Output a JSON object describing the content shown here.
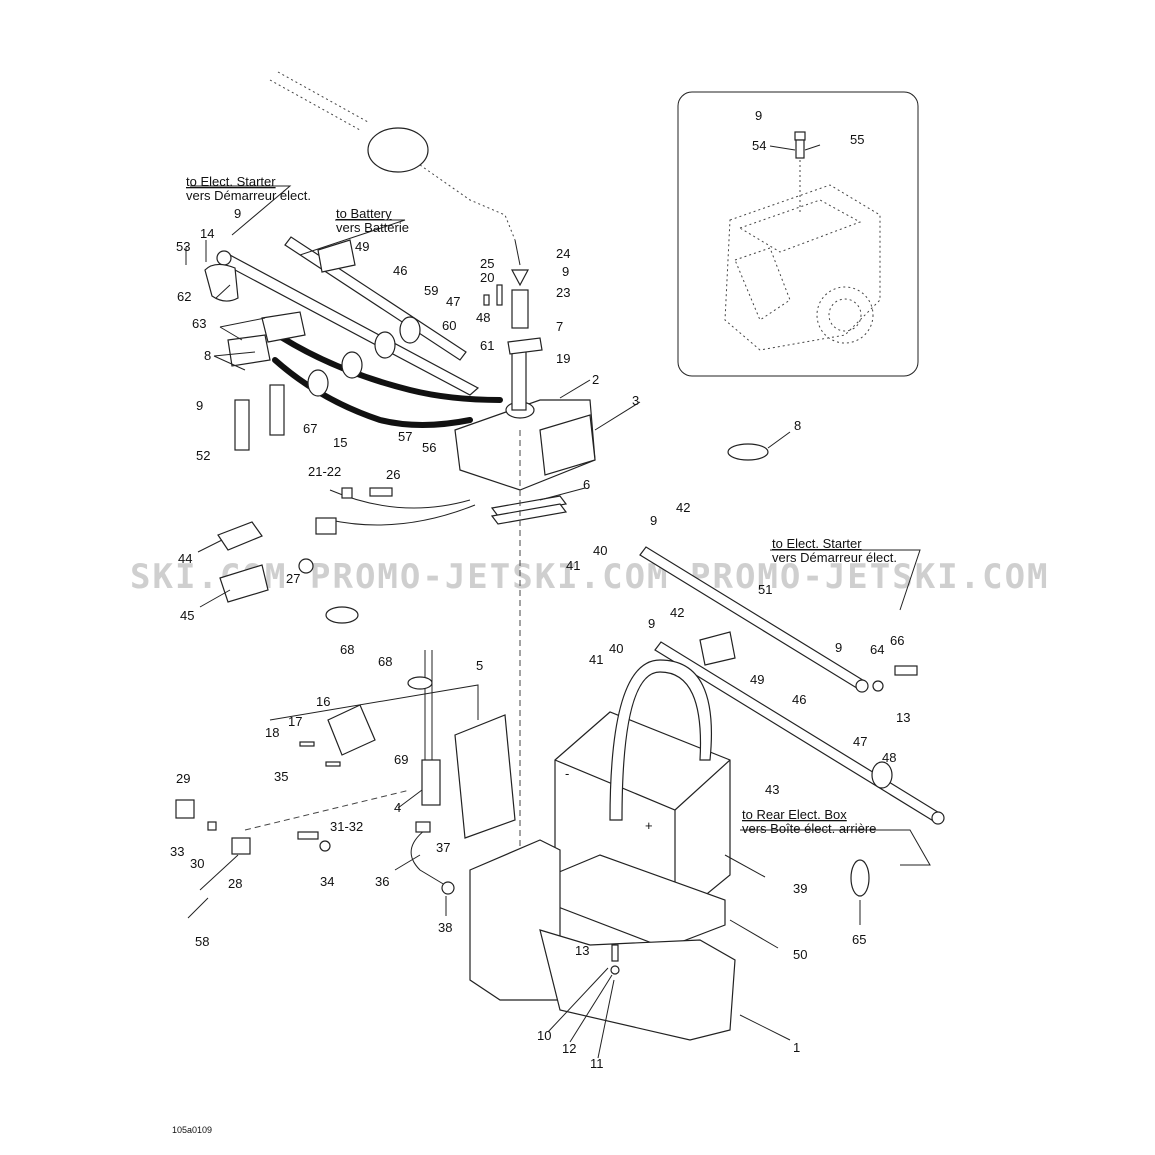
{
  "watermark": {
    "left": "SKI.COM",
    "center": "PROMO-JETSKI.COM",
    "right": "PROMO-JETSKI.COM"
  },
  "notes": {
    "starter_top_en": "to Elect. Starter",
    "starter_top_fr": "vers Démarreur élect.",
    "battery_en": "to Battery",
    "battery_fr": "vers Batterie",
    "starter_right_en": "to Elect. Starter",
    "starter_right_fr": "vers Démarreur élect.",
    "rear_box_en": "to Rear Elect. Box",
    "rear_box_fr": "vers Boîte élect. arrière"
  },
  "drawing_code": "105a0109",
  "callouts": {
    "c1": "1",
    "c2": "2",
    "c3": "3",
    "c4": "4",
    "c5": "5",
    "c6": "6",
    "c7": "7",
    "c8a": "8",
    "c8b": "8",
    "c9a": "9",
    "c9b": "9",
    "c9c": "9",
    "c9d": "9",
    "c9e": "9",
    "c9f": "9",
    "c9g": "9",
    "c10": "10",
    "c11": "11",
    "c12": "12",
    "c13a": "13",
    "c13b": "13",
    "c14": "14",
    "c15": "15",
    "c16": "16",
    "c17": "17",
    "c18": "18",
    "c19": "19",
    "c20": "20",
    "c21": "21-22",
    "c23": "23",
    "c24": "24",
    "c25": "25",
    "c26": "26",
    "c27": "27",
    "c28": "28",
    "c29": "29",
    "c30": "30",
    "c31": "31-32",
    "c33": "33",
    "c34": "34",
    "c35": "35",
    "c36": "36",
    "c37": "37",
    "c38": "38",
    "c39": "39",
    "c40a": "40",
    "c40b": "40",
    "c41a": "41",
    "c41b": "41",
    "c42a": "42",
    "c42b": "42",
    "c43": "43",
    "c44": "44",
    "c45": "45",
    "c46a": "46",
    "c46b": "46",
    "c47a": "47",
    "c47b": "47",
    "c48a": "48",
    "c48b": "48",
    "c49a": "49",
    "c49b": "49",
    "c50": "50",
    "c51": "51",
    "c52": "52",
    "c53": "53",
    "c54": "54",
    "c55": "55",
    "c56": "56",
    "c57": "57",
    "c58": "58",
    "c59": "59",
    "c60": "60",
    "c61": "61",
    "c62": "62",
    "c63": "63",
    "c64": "64",
    "c65": "65",
    "c66": "66",
    "c67": "67",
    "c68a": "68",
    "c68b": "68",
    "c69": "69"
  }
}
